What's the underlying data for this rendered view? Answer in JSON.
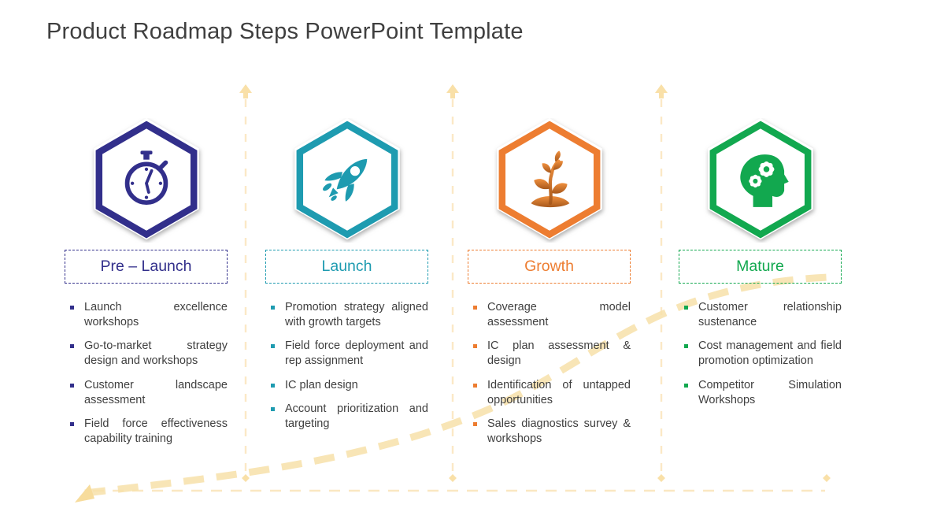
{
  "title": "Product Roadmap Steps PowerPoint Template",
  "columns": [
    {
      "label": "Pre – Launch",
      "color": "#322F8B",
      "icon": "stopwatch-icon",
      "items": [
        "Launch excellence workshops",
        "Go-to-market strategy design and workshops",
        "Customer landscape assessment",
        "Field force effectiveness capability training"
      ]
    },
    {
      "label": "Launch",
      "color": "#1E9BB0",
      "icon": "rocket-icon",
      "items": [
        "Promotion strategy aligned with growth targets",
        "Field force deployment and rep assignment",
        "IC plan design",
        "Account prioritization and targeting"
      ]
    },
    {
      "label": "Growth",
      "color": "#ED7D31",
      "icon": "plant-sprout-icon",
      "items": [
        "Coverage model assessment",
        "IC plan assessment & design",
        "Identification of untapped opportunities",
        "Sales diagnostics survey & workshops"
      ]
    },
    {
      "label": "Mature",
      "color": "#12A84F",
      "icon": "head-gears-icon",
      "items": [
        "Customer relationship sustenance",
        "Cost management and field promotion optimization",
        "Competitor Simulation Workshops"
      ]
    }
  ],
  "decorations": {
    "curve_color": "#F7E0A9",
    "guide_line_color": "#FAE8C2",
    "title_color": "#3F3F3F",
    "body_text_color": "#404040"
  }
}
